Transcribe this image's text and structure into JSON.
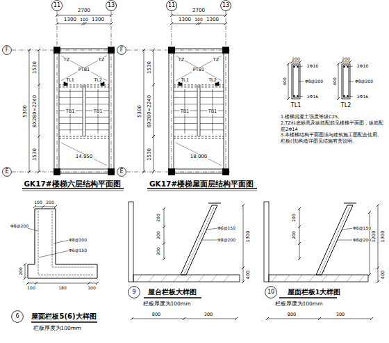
{
  "diagram": {
    "nodes": [
      {
        "text": [
          "11"
        ]
      },
      {
        "text": [
          "13"
        ]
      },
      {
        "text": [
          "F"
        ]
      },
      {
        "text": [
          "E"
        ]
      },
      {
        "text": [
          "11"
        ]
      },
      {
        "text": [
          "13"
        ]
      },
      {
        "text": [
          "F"
        ]
      },
      {
        "text": [
          "E"
        ]
      },
      {
        "text": [
          "6"
        ]
      },
      {
        "text": [
          "9"
        ]
      },
      {
        "text": [
          "10"
        ]
      }
    ],
    "labels": [
      "2700",
      "1300",
      "100",
      "1300",
      "5300",
      "1530",
      "8X280=2240",
      "1530",
      "TZ",
      "TZ",
      "PTB1",
      "TL1",
      "TL2",
      "TB1",
      "TB1",
      "14.950",
      "GK17#楼梯六层结构平面图",
      "2700",
      "1300",
      "100",
      "1300",
      "5300",
      "1530",
      "8X280=2240",
      "1530",
      "TZ",
      "TZ",
      "PTB1",
      "TL1",
      "TL2",
      "TB1",
      "TB1",
      "18.000",
      "GK17#楼梯屋面层结构平面图",
      "TL1",
      "200",
      "400",
      "2Φ16",
      "Φ8@200",
      "2Φ16",
      "TL2",
      "200",
      "400",
      "2Φ16",
      "Φ8@200",
      "2Φ16",
      "1.楼梯混凝土强度等级C25。",
      "2.TZ柱底标高及纵筋配筋见楼梯平面图，纵筋配筋2Φ14",
      "3.本楼梯结构平面图须与建筑施工图配合使用。",
      "栏板(扶)构造详图见结施有关说明。",
      "100",
      "200",
      "Φ8@200",
      "Φ8@200",
      "Φ6@150",
      "200",
      "100",
      "180",
      "100",
      "屋面栏板5(6)大样图",
      "栏板厚度为100mm",
      "屋台栏板大样图",
      "栏板厚度为100mm",
      "1300",
      "400",
      "200",
      "200",
      "200",
      "Φ6@150",
      "Φ8@200",
      "800",
      "300",
      "屋面栏板1大样图",
      "栏板厚度为100mm",
      "1300",
      "1200",
      "400",
      "200",
      "200",
      "Φ6@150",
      "Φ8@200",
      "800",
      "300"
    ]
  }
}
